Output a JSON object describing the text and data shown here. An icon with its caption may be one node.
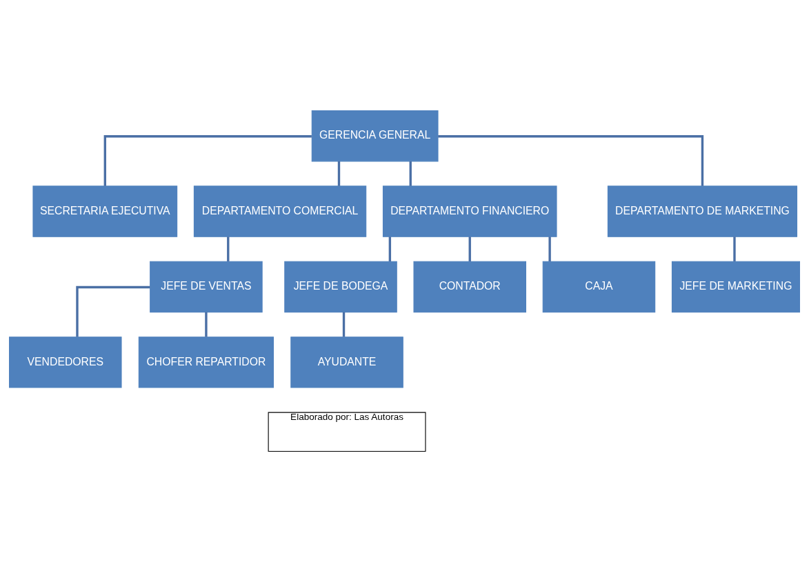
{
  "diagram": {
    "nodes": [
      {
        "text": [
          "GERENCIA GENERAL"
        ]
      },
      {
        "text": [
          "SECRETARIA EJECUTIVA"
        ]
      },
      {
        "text": [
          "DEPARTAMENTO COMERCIAL"
        ]
      },
      {
        "text": [
          "DEPARTAMENTO FINANCIERO"
        ]
      },
      {
        "text": [
          "DEPARTAMENTO DE MARKETING"
        ]
      },
      {
        "text": [
          "JEFE DE VENTAS"
        ]
      },
      {
        "text": [
          "JEFE DE BODEGA"
        ]
      },
      {
        "text": [
          "CONTADOR"
        ]
      },
      {
        "text": [
          "CAJA"
        ]
      },
      {
        "text": [
          "JEFE DE MARKETING"
        ]
      },
      {
        "text": [
          "VENDEDORES"
        ]
      },
      {
        "text": [
          "AYUDANTE"
        ]
      },
      {
        "text": [
          "CHOFER REPARTIDOR"
        ]
      },
      {
        "text": [
          "Elaborado por: Las Autoras"
        ]
      }
    ],
    "edges": [
      {
        "from": 0,
        "to": 1,
        "arrow": "none"
      },
      {
        "from": 0,
        "to": 2,
        "arrow": "none"
      },
      {
        "from": 0,
        "to": 3,
        "arrow": "none"
      },
      {
        "from": 0,
        "to": 4,
        "arrow": "none"
      },
      {
        "from": 2,
        "to": 5,
        "arrow": "none"
      },
      {
        "from": 3,
        "to": 6,
        "arrow": "none"
      },
      {
        "from": 3,
        "to": 7,
        "arrow": "none"
      },
      {
        "from": 3,
        "to": 8,
        "arrow": "none"
      },
      {
        "from": 4,
        "to": 9,
        "arrow": "none"
      },
      {
        "from": 5,
        "to": 10,
        "arrow": "none"
      },
      {
        "from": 5,
        "to": 12,
        "arrow": "none"
      },
      {
        "from": 6,
        "to": 11,
        "arrow": "none"
      }
    ]
  }
}
